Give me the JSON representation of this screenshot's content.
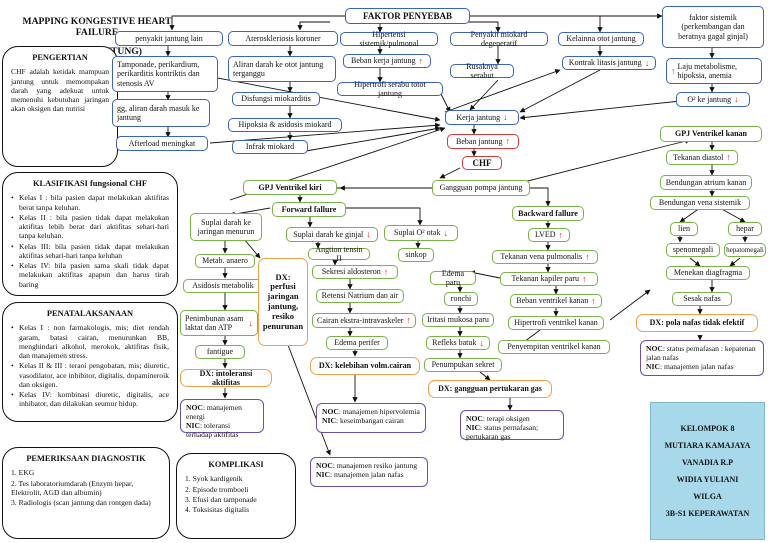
{
  "title": {
    "line1": "MAPPING KONGESTIVE HEART FAILURE",
    "line2": "(GAGAL JANTUNG)"
  },
  "pengertian": {
    "heading": "PENGERTIAN",
    "text": "CHF adalah ketidak mampuan jantung untuk memompakan darah yang adekuat untuk memenuhi kebutuhan jaringan akan oksigen dan nutrisi"
  },
  "klasifikasi": {
    "heading": "KLASIFIKASI fungsional CHF",
    "items": [
      "Kelas I : bila pasien dapat melakukan aktifitas berat tanpa keluhan.",
      "Kelas II : bila pasien tidak dapat melakukan aktifitas lebih berat dari aktifitas sehari-hari tanpa keluhan.",
      "Kelas III: bila pasien tidak dapat melakukan aktifitas sehari-hari tanpa keluhan",
      "Kelas IV: bila pasien sama skali tidak dapat melakukan aktifitas apapun dan harus tirah baring"
    ]
  },
  "penatalaksanaan": {
    "heading": "PENATALAKSANAAN",
    "items": [
      "Kelas I : non farmakologis, mis; diet rendah garam, batasi cairan, menurunkan BB, menghindari alkohol, merokok, aktifitas fisik, dan manajemen stress.",
      "Kelas II & III : teraoi pengobatan, mis; diuretic, vasodilator, ace inhibitor, digitalis, dopamineroik dan oksigen.",
      "Kelas IV: kombinasi diuretic, digitalis, ace inhibator, dan dilakukan seumur hidup."
    ]
  },
  "pemeriksaan": {
    "heading": "PEMERIKSAAN DIAGNOSTIK",
    "items": [
      "1. EKG",
      "2. Tes laboratoriumdarah (Enzym hepar, Elektrolit, AGD dan albumin)",
      "3. Radiologis (scan jantung dan rontgen dada)"
    ]
  },
  "komplikasi": {
    "heading": "KOMPLIKASI",
    "items": [
      "1. Syok kardigenik",
      "2. Episode tromboeli",
      "3. Efusi dan tamponade",
      "4. Toksisitas digitalis"
    ]
  },
  "nodes": {
    "faktor": "FAKTOR PENYEBAB",
    "faktor_sistemik": "faktor sistemik (perkembangan dan beratnya gagal ginjal)",
    "pjl": "penyakit jantung lain",
    "tamponade": "Tamponade, perikardium, perikarditis kontriktis dan stenosis AV",
    "gg_aliran": "gg, aliran darah masuk ke jantung",
    "afterload": "Afterload meningkat",
    "ateros": "Ateroskleriosis koroner",
    "aliran_otot": "Aliran darah  ke otot jantung terganggu",
    "disfungsi": "Disfungsi miokarditis",
    "hipoksia": "Hipoksia & asidosis miokard",
    "infrak": "Infrak miokard",
    "hipertensi": "Hipertensi sistemik/pulmonal",
    "beban_kerja": "Beban kerja jantung",
    "hipertrofi_serabut": "Hipertrofi serabu totot jantung",
    "penyakit_miokard": "Penyakit miokard degeneratif",
    "rusaknya": "Rusaknya serabut",
    "kelainan": "Kelainna otot jantung",
    "kontrak": "Kontrak litasis jantung",
    "laju": "Laju metabolisme, hipoksia, anemia",
    "o2_jantung": "O² ke jantung",
    "kerja_jantung": "Kerja jantung",
    "beban_jantung": "Beban jantung",
    "chf": "CHF",
    "gangguan_pompa": "Gangguan pompa jantung",
    "gpj_kiri": "GPJ Ventrikel kiri",
    "forward": "Forward fallure",
    "suplai_jaringan": "Suplai darah ke jaringan menurun",
    "metab": "Metab. anaero",
    "asidosis_met": "Asidosis metabolik",
    "penimbunan": "Penimbunan asam laktat dan ATP",
    "fantigue": "fantigue",
    "dx_perfusi": "DX: perfusi jaringan jantung, resiko penurunan",
    "suplai_ginjal": "Suplai darah ke ginjal",
    "angtion": "Angtion tensin II",
    "sekresi": "Sekresi aldosteron",
    "retensi": "Retensi Natrium dan air",
    "cairan": "Cairan ekstra-intravaskeler",
    "edema_perifer": "Edema perifer",
    "suplai_otak": "Suplai O² otak",
    "sinkop": "sinkop",
    "backward": "Backward fallure",
    "lved": "LVED",
    "tekanan_vena": "Tekanan vena pulmonalis",
    "tekanan_kapiler": "Tekanan kapiler paru",
    "edema_paru": "Edema paru",
    "ronchi": "ronchi",
    "iritasi": "Iritasi mukosa paru",
    "refleks": "Refleks batuk",
    "penumpukan": "Penumpukan sekret",
    "beban_ventrikel": "Beban ventrikel kanan",
    "hipertrofi_ventrikel": "Hipertrofi ventrikel kanan",
    "penyempitan": "Penyempitan ventrikel kanan",
    "gpj_kanan": "GPJ Ventrikel kanan",
    "tekanan_diastol": "Tekanan diastol",
    "bendungan_atrium": "Bendungan atrium kanan",
    "bendungan_vena": "Bendungan vena sistemik",
    "lien": "lien",
    "hepar": "hepar",
    "spenomegali": "spenomegali",
    "hepatomegali": "hepatomegali",
    "menekan": "Menekan diagfragma",
    "sesak": "Sesak nafas"
  },
  "dx": {
    "intoleransi": "DX: intoleransi aktifitas",
    "kelebihan": "DX: kelebihan volm.cairan",
    "pertukaran": "DX: gangguan pertukaran gas",
    "pola_nafas": "DX: pola nafas tidak efektif"
  },
  "plans": {
    "intoleransi": {
      "noc_label": "NOC",
      "noc": ": manajemen energi",
      "nic_label": "NIC",
      "nic": ": toleransi terhadap aktifitas"
    },
    "kelebihan": {
      "noc_label": "NOC",
      "noc": ": manajemen hipervolemia",
      "nic_label": "NIC",
      "nic": ": keseimbangan cairan"
    },
    "pertukaran": {
      "noc_label": "NOC",
      "noc": ": terapi oksigen",
      "nic_label": "NIC",
      "nic": ": status pernafasan; pertukaran gas"
    },
    "pola_nafas": {
      "noc_label": "NOC",
      "noc": ": status pernafasan : kepatenan jalan nafas",
      "nic_label": "NIC",
      "nic": ": manajemen jalan nafas"
    },
    "resiko": {
      "noc_label": "NOC",
      "noc": ": manajemen resiko jantung",
      "nic_label": "NIC",
      "nic": ": manajemen jalan nafas"
    }
  },
  "team": [
    "KELOMPOK 8",
    "MUTIARA KAMAJAYA",
    "VANADIA R.P",
    "WIDIA YULIANI",
    "WILGA",
    "3B-S1 KEPERAWATAN"
  ],
  "arrow_up": "↑",
  "arrow_down": "↓",
  "colors": {
    "blue_border": "#3b64b5",
    "green_border": "#7bb24a",
    "orange_border": "#f0a04a",
    "red_border": "#d23b3b",
    "purple_border": "#6b4fa0",
    "team_bg": "#a7d9ea",
    "arrow_red": "#dd2222"
  }
}
